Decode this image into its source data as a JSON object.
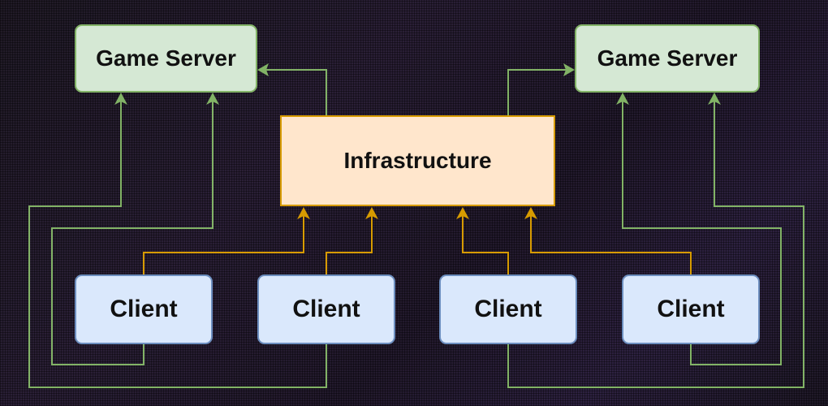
{
  "nodes": {
    "game_server_left": "Game Server",
    "game_server_right": "Game Server",
    "infrastructure": "Infrastructure",
    "client_1": "Client",
    "client_2": "Client",
    "client_3": "Client",
    "client_4": "Client"
  },
  "colors": {
    "server_fill": "#d5e8d4",
    "server_stroke": "#82b366",
    "infra_fill": "#ffe6cc",
    "infra_stroke": "#d79b00",
    "client_fill": "#dae8fc",
    "client_stroke": "#6c8ebf"
  }
}
